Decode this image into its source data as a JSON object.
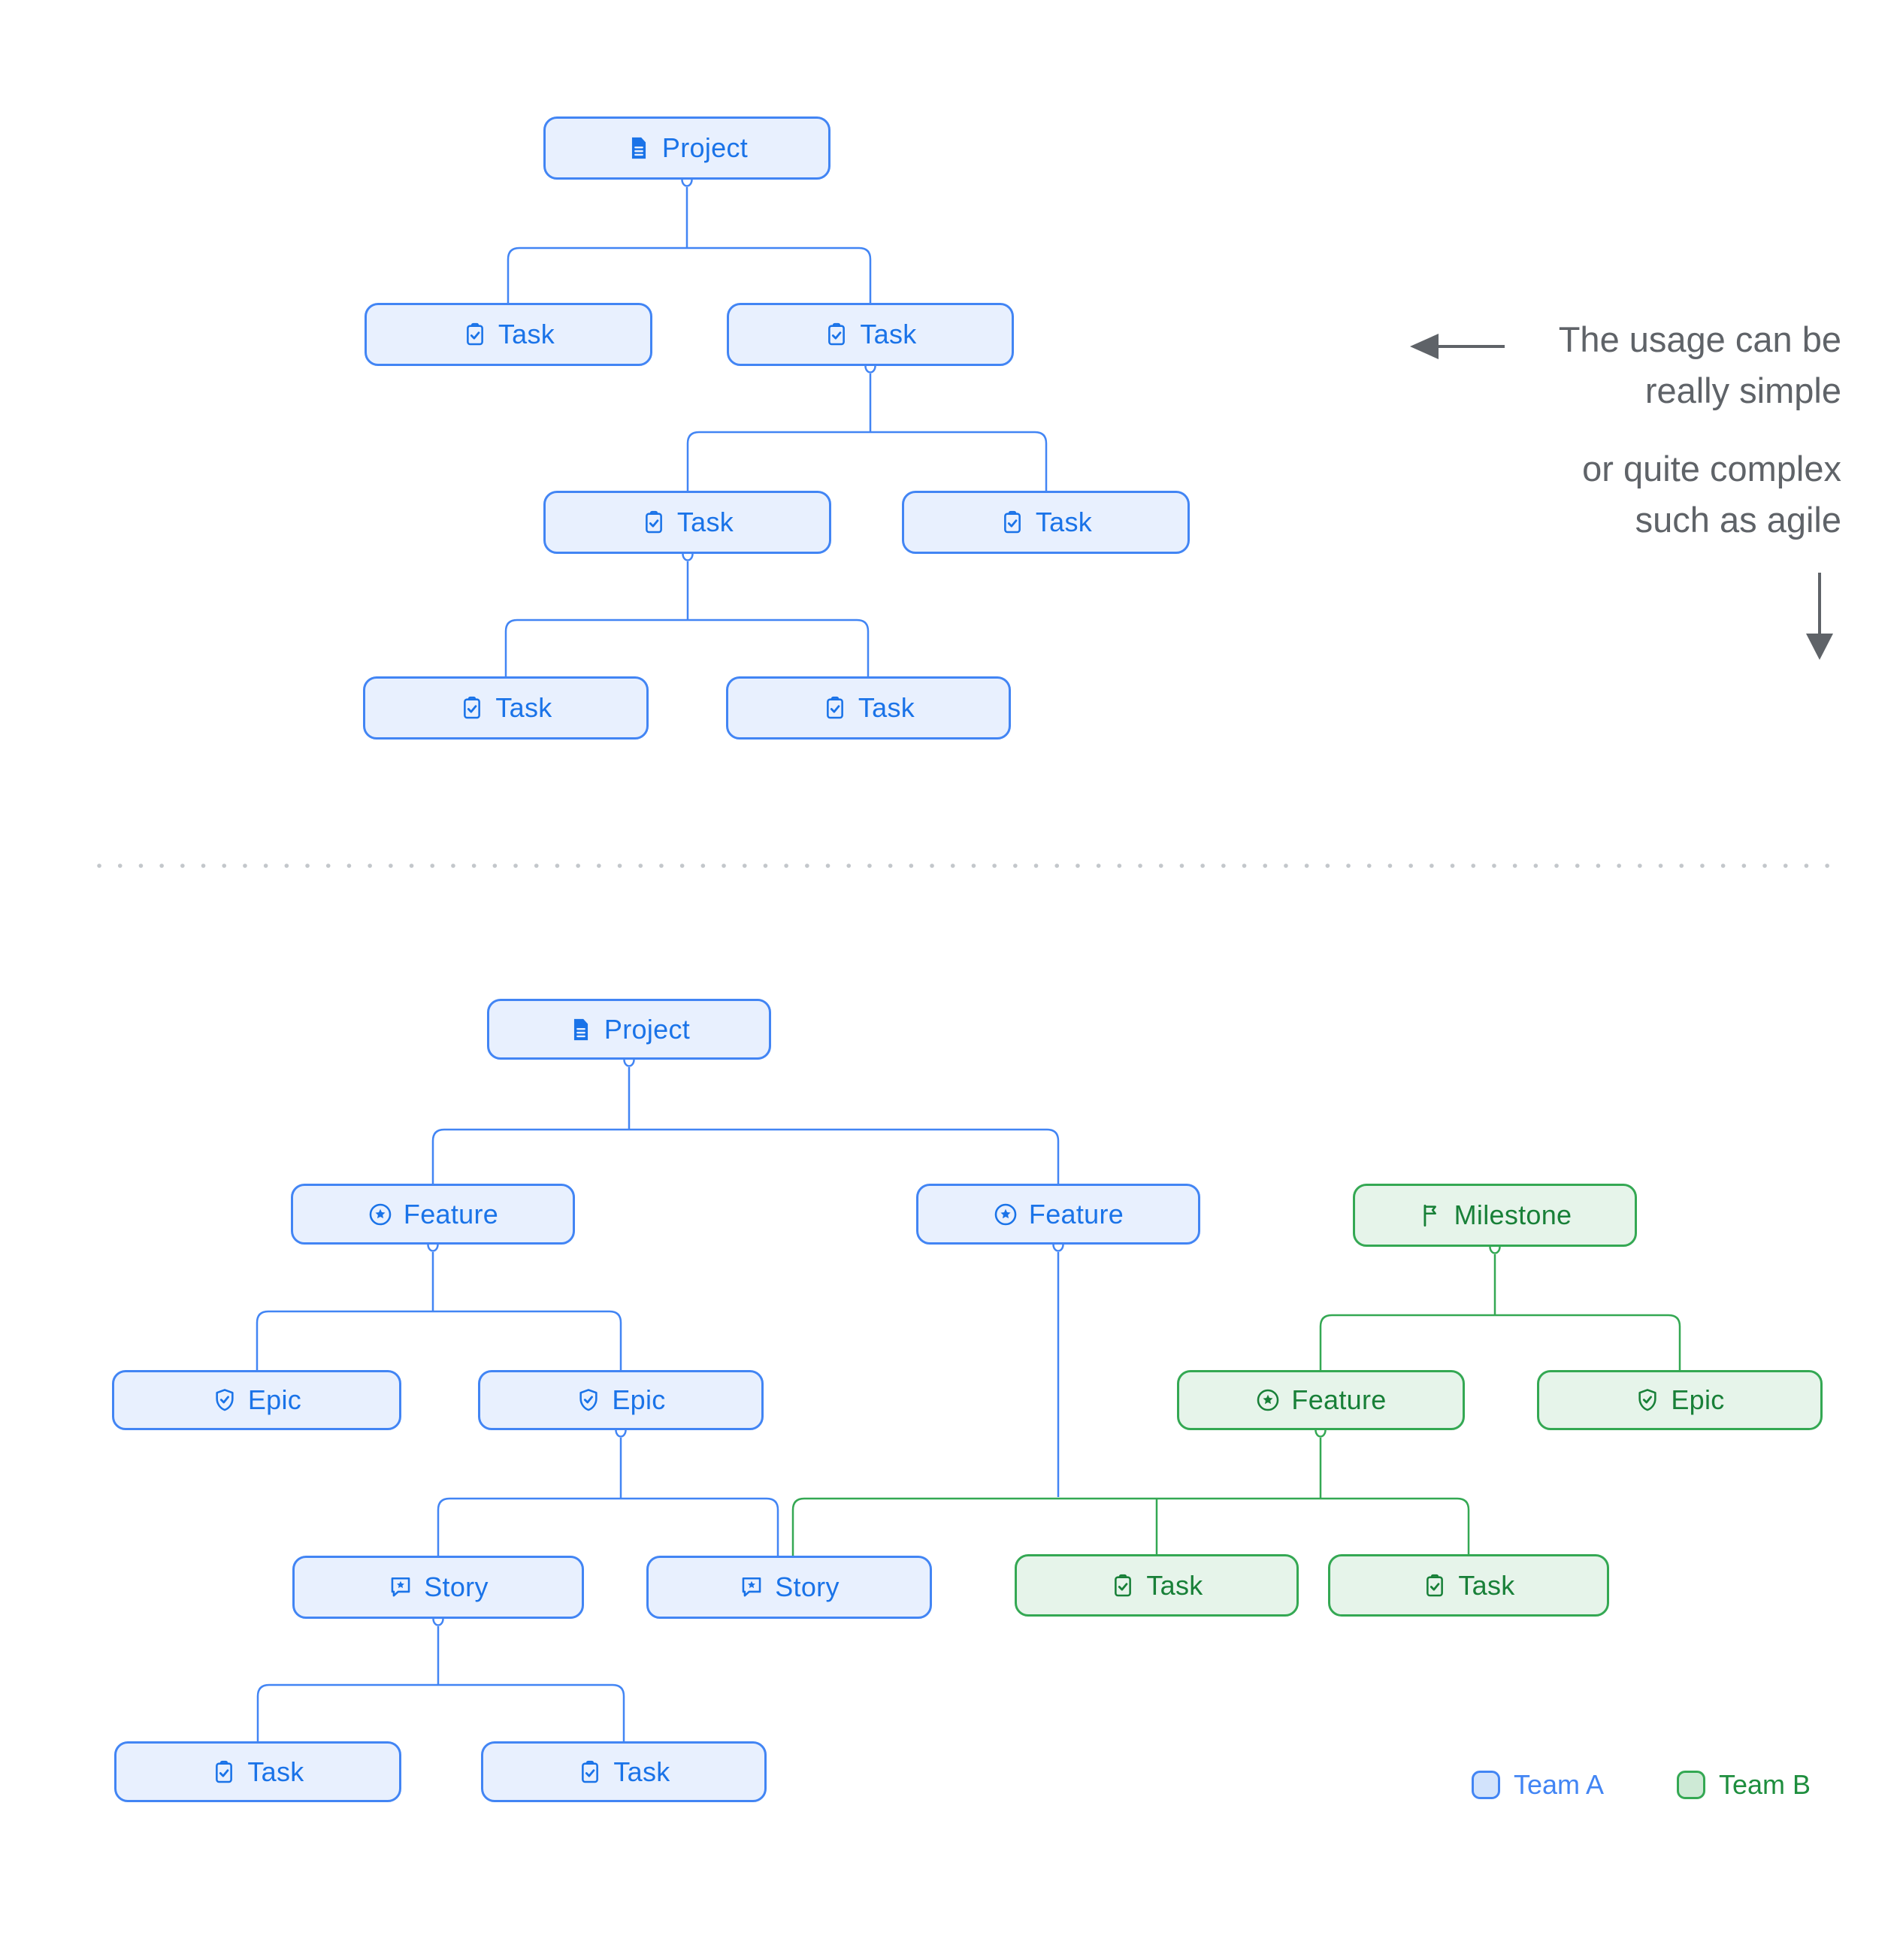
{
  "labels": {
    "project": "Project",
    "task": "Task",
    "feature": "Feature",
    "epic": "Epic",
    "story": "Story",
    "milestone": "Milestone"
  },
  "annotation": {
    "line1": "The usage can be",
    "line2": "really simple",
    "line3": "or quite complex",
    "line4": "such as agile"
  },
  "legend": {
    "team_a": "Team A",
    "team_b": "Team B"
  },
  "colors": {
    "team_a_border": "#4285f4",
    "team_a_fill": "#e8f0fe",
    "team_a_text": "#1a73e8",
    "team_b_border": "#34a853",
    "team_b_fill": "#e6f4ea",
    "team_b_text": "#188038",
    "annotation_text": "#5f6368",
    "divider_dots": "#c3c7cb"
  },
  "icons": {
    "project": "document-icon",
    "task": "clipboard-check-icon",
    "feature": "star-circle-icon",
    "epic": "shield-check-icon",
    "story": "story-bubble-icon",
    "milestone": "flag-icon"
  }
}
